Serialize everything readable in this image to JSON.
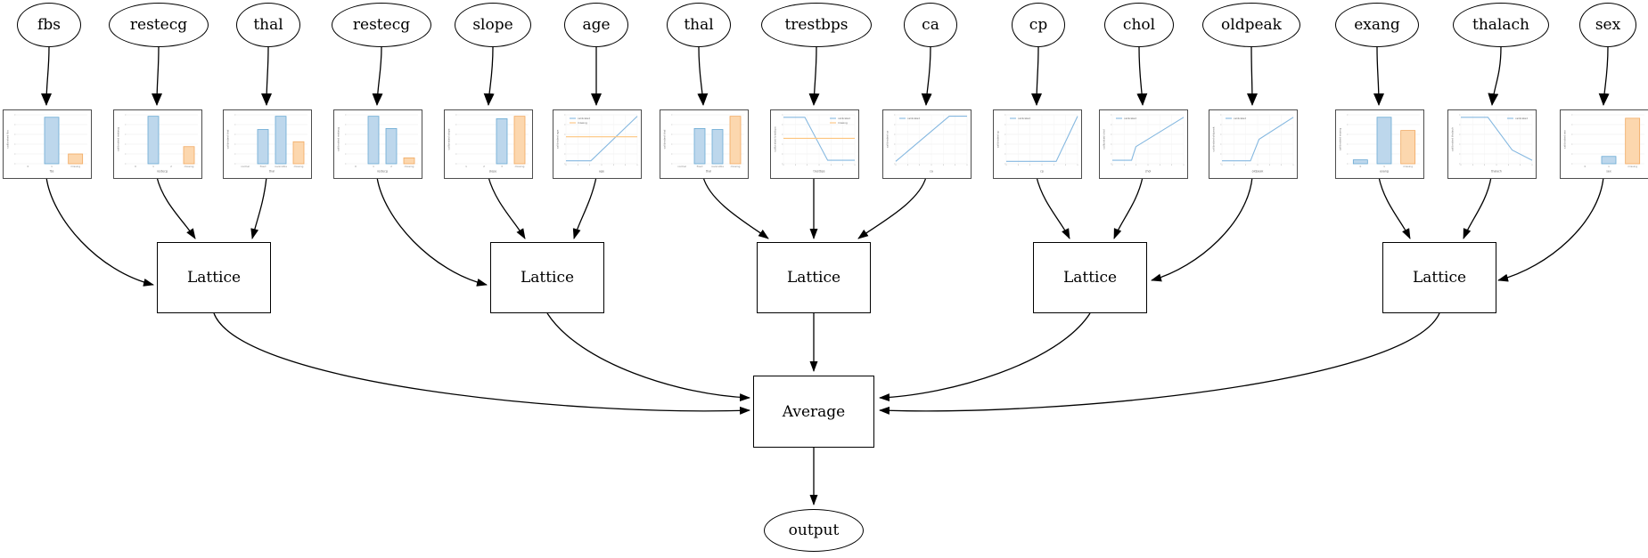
{
  "graph": {
    "features": [
      {
        "label": "fbs"
      },
      {
        "label": "restecg"
      },
      {
        "label": "thal"
      },
      {
        "label": "restecg"
      },
      {
        "label": "slope"
      },
      {
        "label": "age"
      },
      {
        "label": "thal"
      },
      {
        "label": "trestbps"
      },
      {
        "label": "ca"
      },
      {
        "label": "cp"
      },
      {
        "label": "chol"
      },
      {
        "label": "oldpeak"
      },
      {
        "label": "exang"
      },
      {
        "label": "thalach"
      },
      {
        "label": "sex"
      }
    ],
    "lattice_label": "Lattice",
    "lattice_count": 5,
    "average_label": "Average",
    "output_label": "output"
  },
  "colors": {
    "calibrated_line": "#85b8e0",
    "missing_line": "#fdc47e",
    "bar_blue_fill": "#bdd7ec",
    "bar_blue_edge": "#6aaad4",
    "bar_orange_fill": "#fcd7ae",
    "bar_orange_edge": "#f0a860",
    "grid": "#ededed",
    "tick": "#999999",
    "label_text": "#666666",
    "edge_stroke": "#000000",
    "chart_border": "#4d4d4d"
  },
  "chart_data": [
    {
      "type": "bar",
      "feature": "fbs",
      "ylabel": "calibrated fbs",
      "xlabel": "fbs",
      "categories": [
        "0",
        "1",
        "missing"
      ],
      "values": [
        0,
        0.95,
        0.2
      ]
    },
    {
      "type": "bar",
      "feature": "restecg",
      "ylabel": "calibrated restecg",
      "xlabel": "restecg",
      "categories": [
        "0",
        "1",
        "2",
        "missing"
      ],
      "values": [
        0,
        0.97,
        0,
        0.35
      ]
    },
    {
      "type": "bar",
      "feature": "thal",
      "ylabel": "calibrated thal",
      "xlabel": "thal",
      "categories": [
        "normal",
        "fixed",
        "reversible",
        "missing"
      ],
      "values": [
        0,
        0.7,
        0.97,
        0.45
      ]
    },
    {
      "type": "bar",
      "feature": "restecg",
      "ylabel": "calibrated restecg",
      "xlabel": "restecg",
      "categories": [
        "0",
        "1",
        "2",
        "missing"
      ],
      "values": [
        0,
        0.97,
        0.72,
        0.12
      ]
    },
    {
      "type": "bar",
      "feature": "slope",
      "ylabel": "calibrated slope",
      "xlabel": "slope",
      "categories": [
        "1",
        "2",
        "3",
        "missing"
      ],
      "values": [
        0,
        0,
        0.92,
        0.97
      ]
    },
    {
      "type": "line",
      "feature": "age",
      "ylabel": "calibrated age",
      "xlabel": "age",
      "legend": [
        "calibrated",
        "missing"
      ],
      "legend_pos": "tl",
      "series": [
        {
          "name": "calibrated",
          "points": [
            [
              0,
              0.06
            ],
            [
              0.35,
              0.06
            ],
            [
              1,
              0.97
            ]
          ]
        },
        {
          "name": "missing",
          "points": [
            [
              0,
              0.55
            ],
            [
              1,
              0.55
            ]
          ]
        }
      ]
    },
    {
      "type": "bar",
      "feature": "thal",
      "ylabel": "calibrated thal",
      "xlabel": "thal",
      "categories": [
        "normal",
        "fixed",
        "reversible",
        "missing"
      ],
      "values": [
        0,
        0.72,
        0.7,
        0.97
      ]
    },
    {
      "type": "line",
      "feature": "trestbps",
      "ylabel": "calibrated trestbps",
      "xlabel": "trestbps",
      "legend": [
        "calibrated",
        "missing"
      ],
      "legend_pos": "tr",
      "series": [
        {
          "name": "calibrated",
          "points": [
            [
              0,
              0.95
            ],
            [
              0.3,
              0.95
            ],
            [
              0.62,
              0.07
            ],
            [
              1,
              0.07
            ]
          ]
        },
        {
          "name": "missing",
          "points": [
            [
              0,
              0.52
            ],
            [
              1,
              0.52
            ]
          ]
        }
      ]
    },
    {
      "type": "line",
      "feature": "ca",
      "ylabel": "calibrated ca",
      "xlabel": "ca",
      "legend": [
        "calibrated"
      ],
      "legend_pos": "tl",
      "series": [
        {
          "name": "calibrated",
          "points": [
            [
              0,
              0.05
            ],
            [
              0.75,
              0.97
            ],
            [
              1,
              0.97
            ]
          ]
        }
      ]
    },
    {
      "type": "line",
      "feature": "cp",
      "ylabel": "calibrated cp",
      "xlabel": "cp",
      "legend": [
        "calibrated"
      ],
      "legend_pos": "tl",
      "series": [
        {
          "name": "calibrated",
          "points": [
            [
              0,
              0.05
            ],
            [
              0.7,
              0.05
            ],
            [
              1,
              0.97
            ]
          ]
        }
      ]
    },
    {
      "type": "line",
      "feature": "chol",
      "ylabel": "calibrated chol",
      "xlabel": "chol",
      "legend": [
        "calibrated"
      ],
      "legend_pos": "tl",
      "series": [
        {
          "name": "calibrated",
          "points": [
            [
              0,
              0.07
            ],
            [
              0.27,
              0.07
            ],
            [
              0.33,
              0.35
            ],
            [
              1,
              0.95
            ]
          ]
        }
      ]
    },
    {
      "type": "line",
      "feature": "oldpeak",
      "ylabel": "calibrated oldpeak",
      "xlabel": "oldpeak",
      "legend": [
        "calibrated"
      ],
      "legend_pos": "tl",
      "series": [
        {
          "name": "calibrated",
          "points": [
            [
              0,
              0.06
            ],
            [
              0.4,
              0.06
            ],
            [
              0.52,
              0.5
            ],
            [
              1,
              0.95
            ]
          ]
        }
      ]
    },
    {
      "type": "bar",
      "feature": "exang",
      "ylabel": "calibrated exang",
      "xlabel": "exang",
      "categories": [
        "0",
        "1",
        "missing"
      ],
      "values": [
        0.08,
        0.95,
        0.68
      ]
    },
    {
      "type": "line",
      "feature": "thalach",
      "ylabel": "calibrated thalach",
      "xlabel": "thalach",
      "legend": [
        "calibrated"
      ],
      "legend_pos": "tr",
      "series": [
        {
          "name": "calibrated",
          "points": [
            [
              0,
              0.95
            ],
            [
              0.38,
              0.95
            ],
            [
              0.72,
              0.28
            ],
            [
              1,
              0.07
            ]
          ]
        }
      ]
    },
    {
      "type": "bar",
      "feature": "sex",
      "ylabel": "calibrated sex",
      "xlabel": "sex",
      "categories": [
        "0",
        "1",
        "missing"
      ],
      "values": [
        0,
        0.15,
        0.93
      ]
    }
  ]
}
